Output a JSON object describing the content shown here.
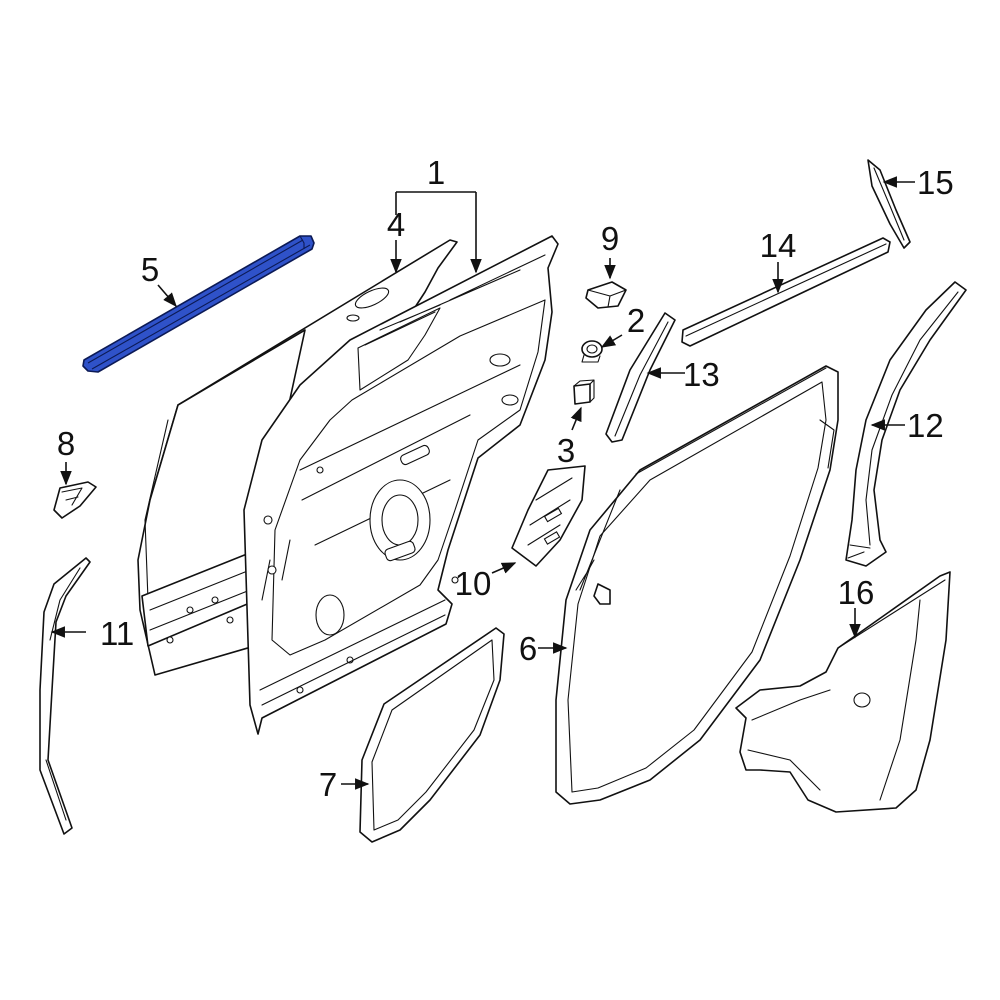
{
  "diagram": {
    "highlight_color": "#2f52c9",
    "highlighted_part": "5",
    "callouts": [
      {
        "id": "c1",
        "label": "1"
      },
      {
        "id": "c2",
        "label": "2"
      },
      {
        "id": "c3",
        "label": "3"
      },
      {
        "id": "c4",
        "label": "4"
      },
      {
        "id": "c5",
        "label": "5"
      },
      {
        "id": "c6",
        "label": "6"
      },
      {
        "id": "c7",
        "label": "7"
      },
      {
        "id": "c8",
        "label": "8"
      },
      {
        "id": "c9",
        "label": "9"
      },
      {
        "id": "c10",
        "label": "10"
      },
      {
        "id": "c11",
        "label": "11"
      },
      {
        "id": "c12",
        "label": "12"
      },
      {
        "id": "c13",
        "label": "13"
      },
      {
        "id": "c14",
        "label": "14"
      },
      {
        "id": "c15",
        "label": "15"
      },
      {
        "id": "c16",
        "label": "16"
      }
    ]
  }
}
